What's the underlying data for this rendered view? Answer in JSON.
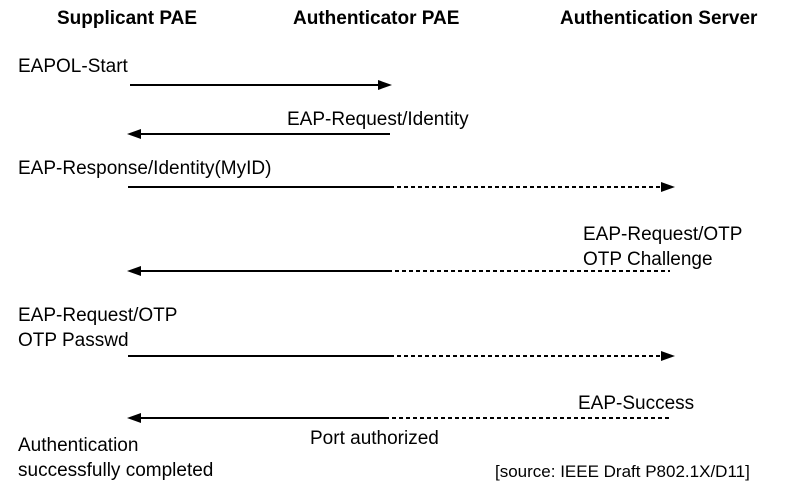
{
  "diagram": {
    "background_color": "#ffffff",
    "line_color": "#000000",
    "text_color": "#000000",
    "actors": [
      {
        "label": "Supplicant PAE"
      },
      {
        "label": "Authenticator PAE"
      },
      {
        "label": "Authentication Server"
      }
    ],
    "messages": [
      {
        "lines": [
          "EAPOL-Start"
        ],
        "from": "Supplicant PAE",
        "to": "Authenticator PAE",
        "direction": "right",
        "line_style": "solid"
      },
      {
        "lines": [
          "EAP-Request/Identity"
        ],
        "from": "Authenticator PAE",
        "to": "Supplicant PAE",
        "direction": "left",
        "line_style": "solid"
      },
      {
        "lines": [
          "EAP-Response/Identity(MyID)"
        ],
        "from": "Supplicant PAE",
        "to": "Authentication Server",
        "direction": "right",
        "line_style": "solid-then-dashed"
      },
      {
        "lines": [
          "EAP-Request/OTP",
          "OTP Challenge"
        ],
        "from": "Authentication Server",
        "to": "Supplicant PAE",
        "direction": "left",
        "line_style": "dashed-then-solid"
      },
      {
        "lines": [
          "EAP-Request/OTP",
          "OTP Passwd"
        ],
        "from": "Supplicant PAE",
        "to": "Authentication Server",
        "direction": "right",
        "line_style": "solid-then-dashed"
      },
      {
        "lines": [
          "EAP-Success"
        ],
        "note": "Port authorized",
        "from": "Authentication Server",
        "to": "Supplicant PAE",
        "direction": "left",
        "line_style": "dashed-then-solid"
      }
    ],
    "footer": {
      "completion_lines": [
        "Authentication",
        "successfully completed"
      ],
      "source": "[source: IEEE Draft P802.1X/D11]"
    }
  }
}
